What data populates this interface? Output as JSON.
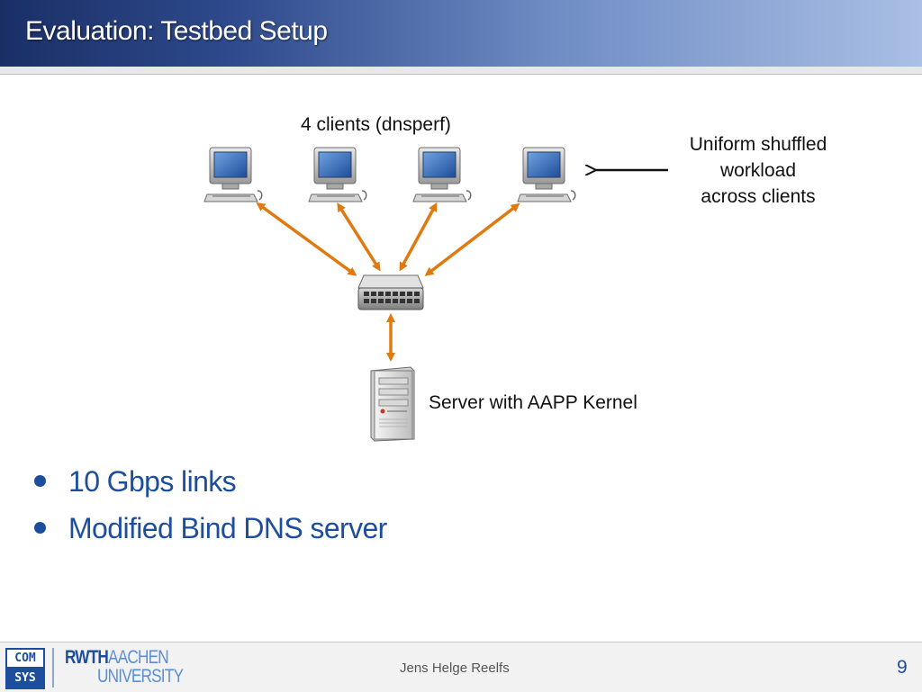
{
  "header": {
    "title": "Evaluation: Testbed Setup"
  },
  "diagram": {
    "clients_label": "4 clients (dnsperf)",
    "workload_label": [
      "Uniform shuffled",
      "workload",
      "across clients"
    ],
    "server_label": "Server with AAPP Kernel",
    "client_icon": "desktop-computer-icon",
    "switch_icon": "network-switch-icon",
    "server_icon": "server-tower-icon",
    "link_color": "#e07a10"
  },
  "bullets": [
    "10 Gbps links",
    "Modified Bind DNS server"
  ],
  "footer": {
    "logo_comsys_top": "COM",
    "logo_comsys_bottom": "SYS",
    "logo_rwth_bold": "RWTH",
    "logo_rwth_light": "AACHEN",
    "logo_rwth_line2": "UNIVERSITY",
    "author": "Jens Helge Reelfs",
    "page_number": "9"
  },
  "colors": {
    "accent": "#1d4e9e",
    "header_dark": "#1a2f66",
    "header_light": "#a9bfe4"
  }
}
